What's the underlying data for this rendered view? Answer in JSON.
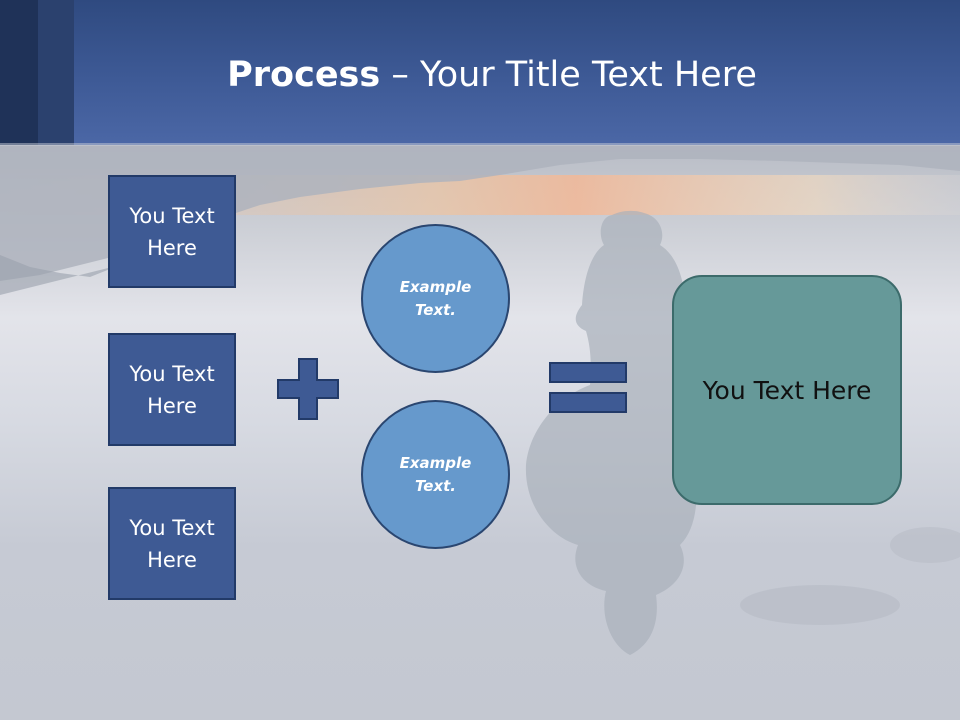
{
  "slide": {
    "title_bold": "Process",
    "title_rest": " – Your Title Text Here"
  },
  "left_boxes": [
    {
      "label": "You Text Here"
    },
    {
      "label": "You Text Here"
    },
    {
      "label": "You Text Here"
    }
  ],
  "circles": [
    {
      "label": "Example Text."
    },
    {
      "label": "Example Text."
    }
  ],
  "operators": {
    "plus_icon": "plus-icon",
    "equals_icon": "equals-icon"
  },
  "result_box": {
    "label": "You Text Here"
  },
  "colors": {
    "title_bar": "#3e5a96",
    "left_box_fill": "#3e5a94",
    "circle_fill": "#6699cc",
    "result_fill": "#669999"
  }
}
